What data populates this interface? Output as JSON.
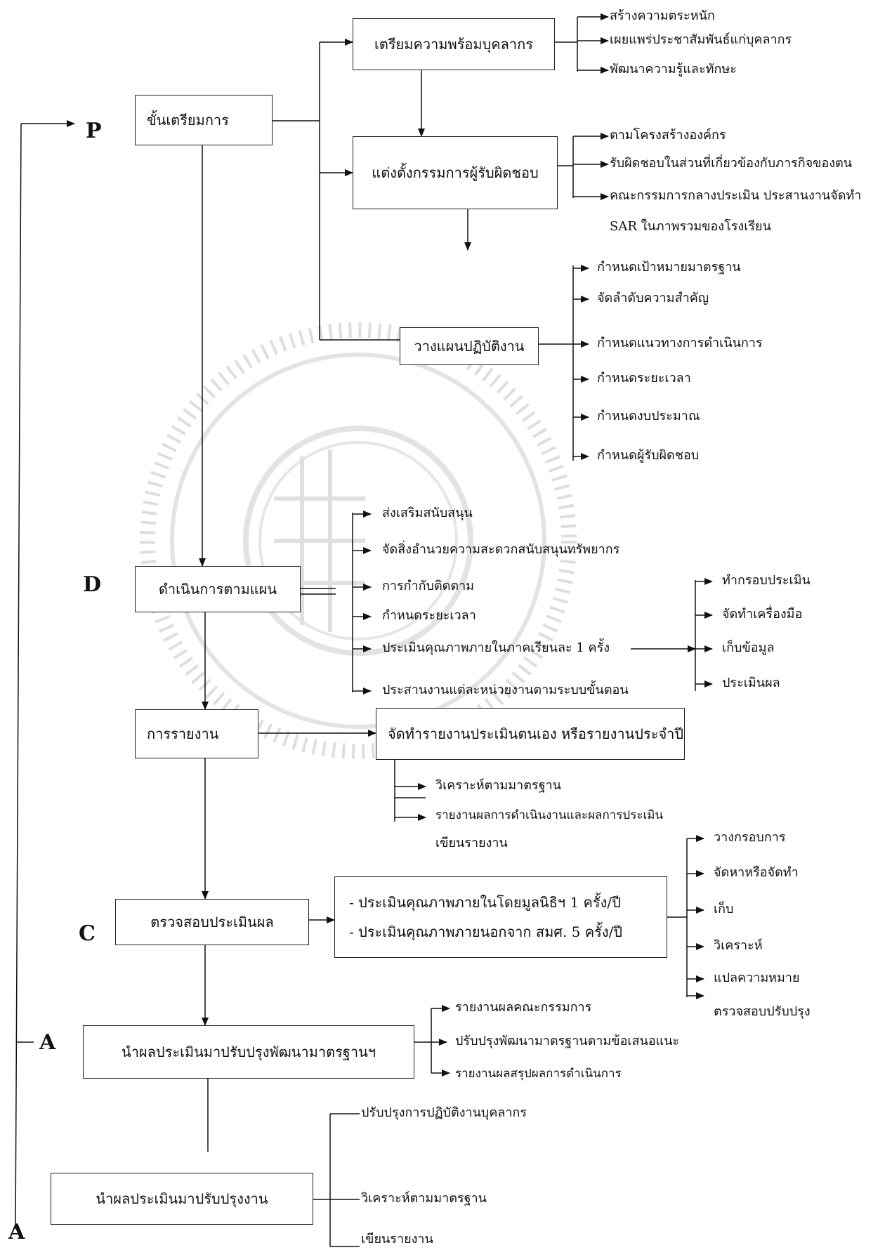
{
  "letters": {
    "p": "P",
    "d": "D",
    "c": "C",
    "a1": "A",
    "a2": "A"
  },
  "main": {
    "prepare": "ขั้นเตรียมการ",
    "operate": "ดำเนินการตามแผน",
    "report": "การรายงาน",
    "evaluate": "ตรวจสอบประเมินผล",
    "improve_standard": "นำผลประเมินมาปรับปรุงพัฒนามาตรฐานฯ",
    "improve_work": "นำผลประเมินมาปรับปรุงงาน"
  },
  "prepare_steps": {
    "personnel": "เตรียมความพร้อมบุคลากร",
    "committee": "แต่งตั้งกรรมการผู้รับผิดชอบ",
    "plan": "วางแผนปฏิบัติงาน"
  },
  "personnel_items": [
    "สร้างความตระหนัก",
    "เผยแพร่ประชาสัมพันธ์แก่บุคลากร",
    "พัฒนาความรู้และทักษะ"
  ],
  "committee_items": [
    "ตามโครงสร้างองค์กร",
    "รับผิดชอบในส่วนที่เกี่ยวข้องกับภารกิจของตน",
    "คณะกรรมการกลางประเมิน ประสานงานจัดทำ",
    "SAR ในภาพรวมของโรงเรียน"
  ],
  "plan_items": [
    "กำหนดเป้าหมายมาตรฐาน",
    "จัดลำดับความสำคัญ",
    "กำหนดแนวทางการดำเนินการ",
    "กำหนดระยะเวลา",
    "กำหนดงบประมาณ",
    "กำหนดผู้รับผิดชอบ"
  ],
  "operate_items": [
    "ส่งเสริมสนับสนุน",
    "จัดสิ่งอำนวยความสะดวกสนับสนุนทรัพยากร",
    "การกำกับติดตาม",
    "กำหนดระยะเวลา",
    "ประเมินคุณภาพภายในภาคเรียนละ 1 ครั้ง",
    "ประสานงานแต่ละหน่วยงานตามระบบขั้นตอน"
  ],
  "assess_items": [
    "ทำกรอบประเมิน",
    "จัดทำเครื่องมือ",
    "เก็บข้อมูล",
    "ประเมินผล"
  ],
  "report_box": "จัดทำรายงานประเมินตนเอง หรือรายงานประจำปี",
  "report_items": [
    "วิเคราะห์ตามมาตรฐาน",
    "รายงานผลการดำเนินงานและผลการประเมิน",
    "เขียนรายงาน"
  ],
  "evaluate_box": [
    "- ประเมินคุณภาพภายในโดยมูลนิธิฯ 1 ครั้ง/ปี",
    "- ประเมินคุณภาพภายนอกจาก สมศ. 5 ครั้ง/ปี"
  ],
  "evaluate_items": [
    "วางกรอบการ",
    "จัดหาหรือจัดทำ",
    "เก็บ",
    "วิเคราะห์",
    "แปลความหมาย",
    "ตรวจสอบปรับปรุง"
  ],
  "improve_standard_items": [
    "รายงานผลคณะกรรมการ",
    "ปรับปรุงพัฒนามาตรฐานตามข้อเสนอแนะ",
    "รายงานผลสรุปผลการดำเนินการ"
  ],
  "improve_work_items": [
    "ปรับปรุงการปฏิบัติงานบุคลากร",
    "วิเคราะห์ตามมาตรฐาน",
    "เขียนรายงาน"
  ],
  "colors": {
    "line": "#111111",
    "seal": "#d9d9d9"
  }
}
